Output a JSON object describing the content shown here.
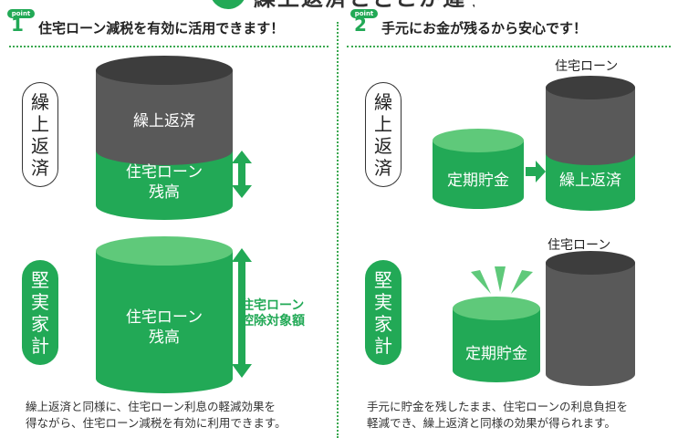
{
  "banner": {
    "text": "繰上返済とどこが違う？"
  },
  "left": {
    "badge_word": "point",
    "badge_num": "1",
    "heading": "住宅ローン減税を有効に活用できます！",
    "label_top": [
      "繰",
      "上",
      "返",
      "済"
    ],
    "label_bottom": [
      "堅",
      "実",
      "家",
      "計"
    ],
    "cyl_top_dark": "繰上返済",
    "cyl_top_green": [
      "住宅ローン",
      "残高"
    ],
    "cyl_bottom": [
      "住宅ローン",
      "残高"
    ],
    "deduction_label": [
      "住宅ローン",
      "控除対象額"
    ],
    "caption": [
      "繰上返済と同様に、住宅ローン利息の軽減効果を",
      "得ながら、住宅ローン減税を有効に利用できます。"
    ]
  },
  "right": {
    "badge_word": "point",
    "badge_num": "2",
    "heading": "手元にお金が残るから安心です！",
    "label_top": [
      "繰",
      "上",
      "返",
      "済"
    ],
    "label_bottom": [
      "堅",
      "実",
      "家",
      "計"
    ],
    "top_loan_label": "住宅ローン",
    "top_savings": "定期貯金",
    "top_prepay": "繰上返済",
    "bottom_loan_label": "住宅ローン",
    "bottom_savings": "定期貯金",
    "caption": [
      "手元に貯金を残したまま、住宅ローンの利息負担を",
      "軽減でき、繰上返済と同様の効果が得られます。"
    ]
  },
  "colors": {
    "green": "#22a956",
    "dark": "#595959",
    "dark_top": "#3d3d3d",
    "green_top": "#5fc97a"
  }
}
